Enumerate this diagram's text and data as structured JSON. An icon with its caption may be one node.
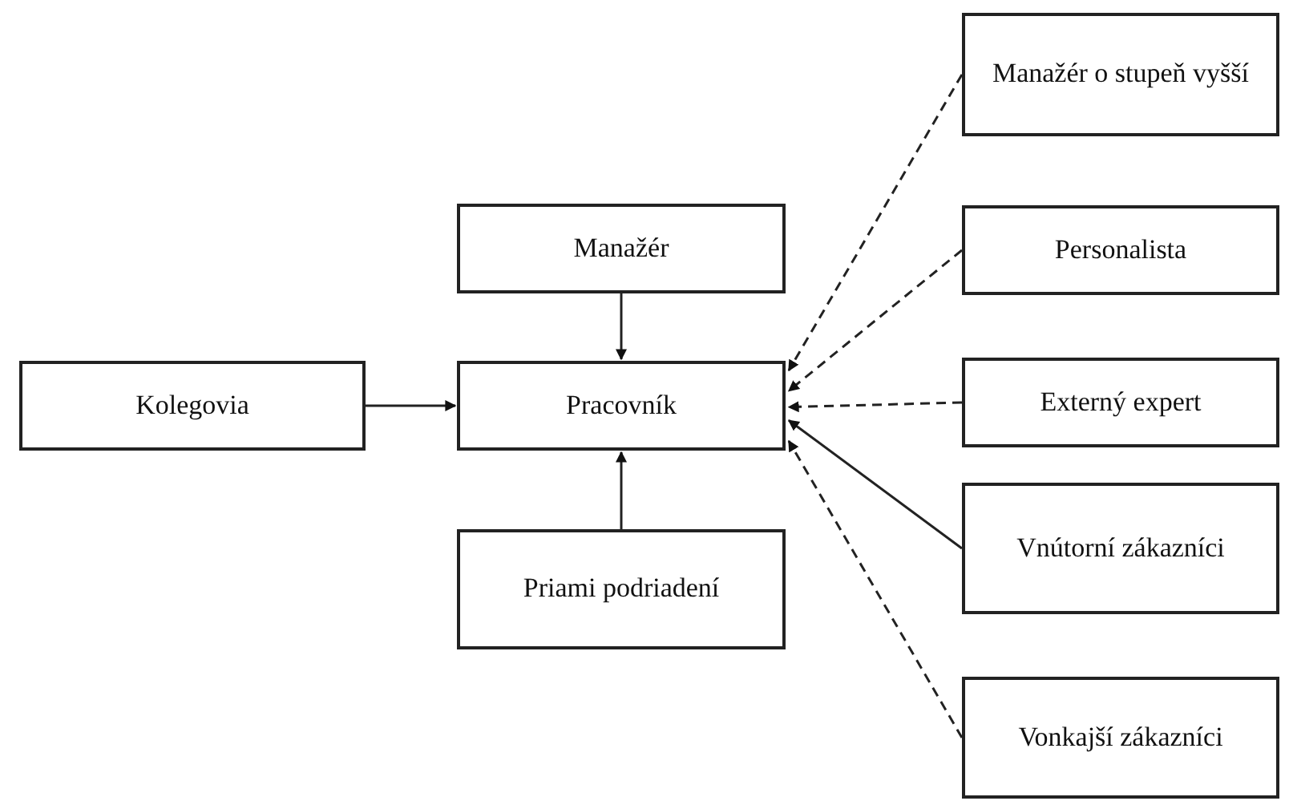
{
  "diagram": {
    "nodes": [
      {
        "text": [
          "Kolegovia"
        ]
      },
      {
        "text": [
          "Manažér"
        ]
      },
      {
        "text": [
          "Pracovník"
        ]
      },
      {
        "text": [
          "Priami podriadení"
        ]
      },
      {
        "text": [
          "Manažér o stupeň vyšší"
        ]
      },
      {
        "text": [
          "Personalista"
        ]
      },
      {
        "text": [
          "Externý expert"
        ]
      },
      {
        "text": [
          "Vnútorní zákazníci"
        ]
      },
      {
        "text": [
          "Vonkajší zákazníci"
        ]
      }
    ],
    "edges": [
      {
        "from": 0,
        "to": 2,
        "arrow": "to"
      },
      {
        "from": 1,
        "to": 2,
        "arrow": "to"
      },
      {
        "from": 3,
        "to": 2,
        "arrow": "to"
      },
      {
        "from": 4,
        "to": 2,
        "arrow": "to",
        "style": "dashed"
      },
      {
        "from": 5,
        "to": 2,
        "arrow": "to",
        "style": "dashed"
      },
      {
        "from": 6,
        "to": 2,
        "arrow": "to",
        "style": "dashed"
      },
      {
        "from": 7,
        "to": 2,
        "arrow": "to"
      },
      {
        "from": 8,
        "to": 2,
        "arrow": "to",
        "style": "dashed"
      }
    ]
  }
}
